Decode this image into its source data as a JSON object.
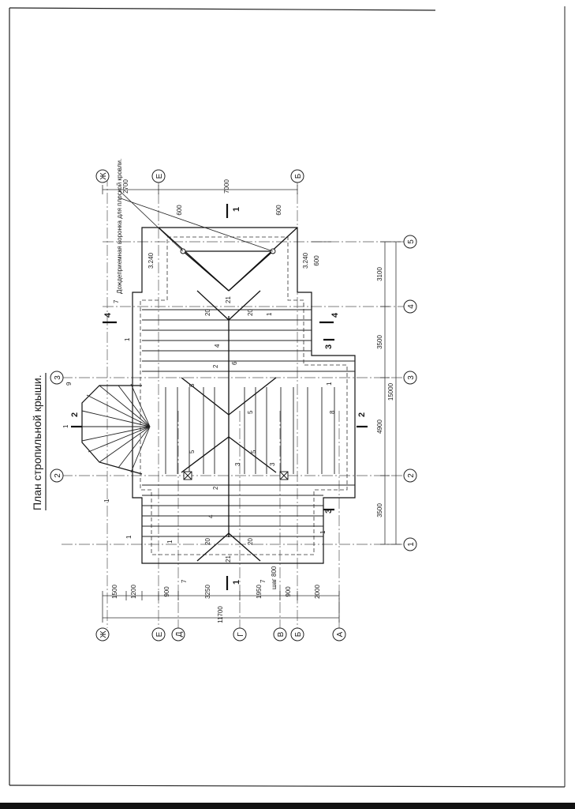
{
  "title": "План стропильной крыши.",
  "note": "Дождеприемная воронка для плоской кровли.",
  "axes_letters": {
    "zh": "Ж",
    "e": "Е",
    "d": "Д",
    "g": "Г",
    "v": "В",
    "b": "Б",
    "a": "А"
  },
  "axes_numbers": {
    "n1": "1",
    "n2": "2",
    "n3": "3",
    "n4": "4",
    "n5": "5"
  },
  "dims_left": [
    "1500",
    "1200",
    "900",
    "3250",
    "1950",
    "900",
    "2000"
  ],
  "dim_total_left": "11700",
  "dims_top": {
    "d2700": "2700",
    "d7000": "7000",
    "d600a": "600",
    "d600b": "600"
  },
  "dims_right": [
    "3100",
    "3500",
    "4900",
    "3500"
  ],
  "dim_total_right": "15000",
  "dim_600": "600",
  "elevations": [
    "3.240",
    "3.240"
  ],
  "section_marks": {
    "s1": "1",
    "s2": "2",
    "s3": "3",
    "s4": "4"
  },
  "step_label": "шаг 800",
  "element_labels": {
    "l1": "1",
    "l2": "2",
    "l3": "3",
    "l4": "4",
    "l5": "5",
    "l6": "6",
    "l7": "7",
    "l8": "8",
    "l9": "9",
    "l20": "20",
    "l21": "21"
  }
}
